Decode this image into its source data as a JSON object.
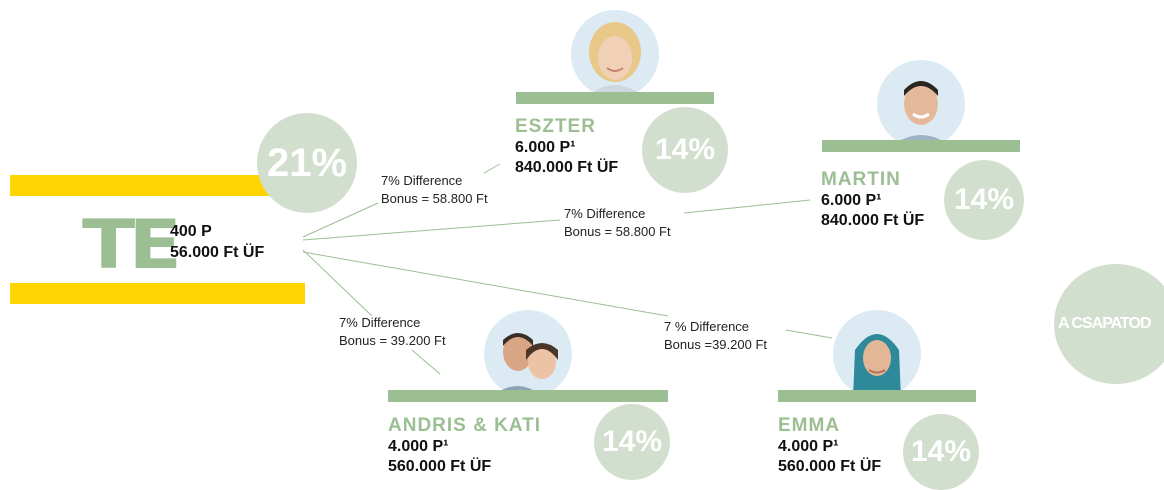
{
  "you": {
    "label": "TE",
    "percent": "21%",
    "points": "400 P",
    "revenue": "56.000 Ft ÜF"
  },
  "team_label": "A CSAPATOD",
  "members": [
    {
      "name": "ESZTER",
      "points": "6.000 P¹",
      "revenue": "840.000 Ft ÜF",
      "percent": "14%",
      "difference": "7% Difference",
      "bonus": "Bonus = 58.800 Ft"
    },
    {
      "name": "MARTIN",
      "points": "6.000 P¹",
      "revenue": "840.000 Ft ÜF",
      "percent": "14%",
      "difference": "7% Difference",
      "bonus": "Bonus = 58.800 Ft"
    },
    {
      "name": "ANDRIS & KATI",
      "points": "4.000 P¹",
      "revenue": "560.000 Ft ÜF",
      "percent": "14%",
      "difference": "7% Difference",
      "bonus": "Bonus = 39.200 Ft"
    },
    {
      "name": "EMMA",
      "points": "4.000 P¹",
      "revenue": "560.000 Ft ÜF",
      "percent": "14%",
      "difference": "7 % Difference",
      "bonus": "Bonus =39.200 Ft"
    }
  ],
  "colors": {
    "accent_yellow": "#ffd400",
    "accent_green": "#9bbf93",
    "circle_green": "#d2dfcf"
  }
}
